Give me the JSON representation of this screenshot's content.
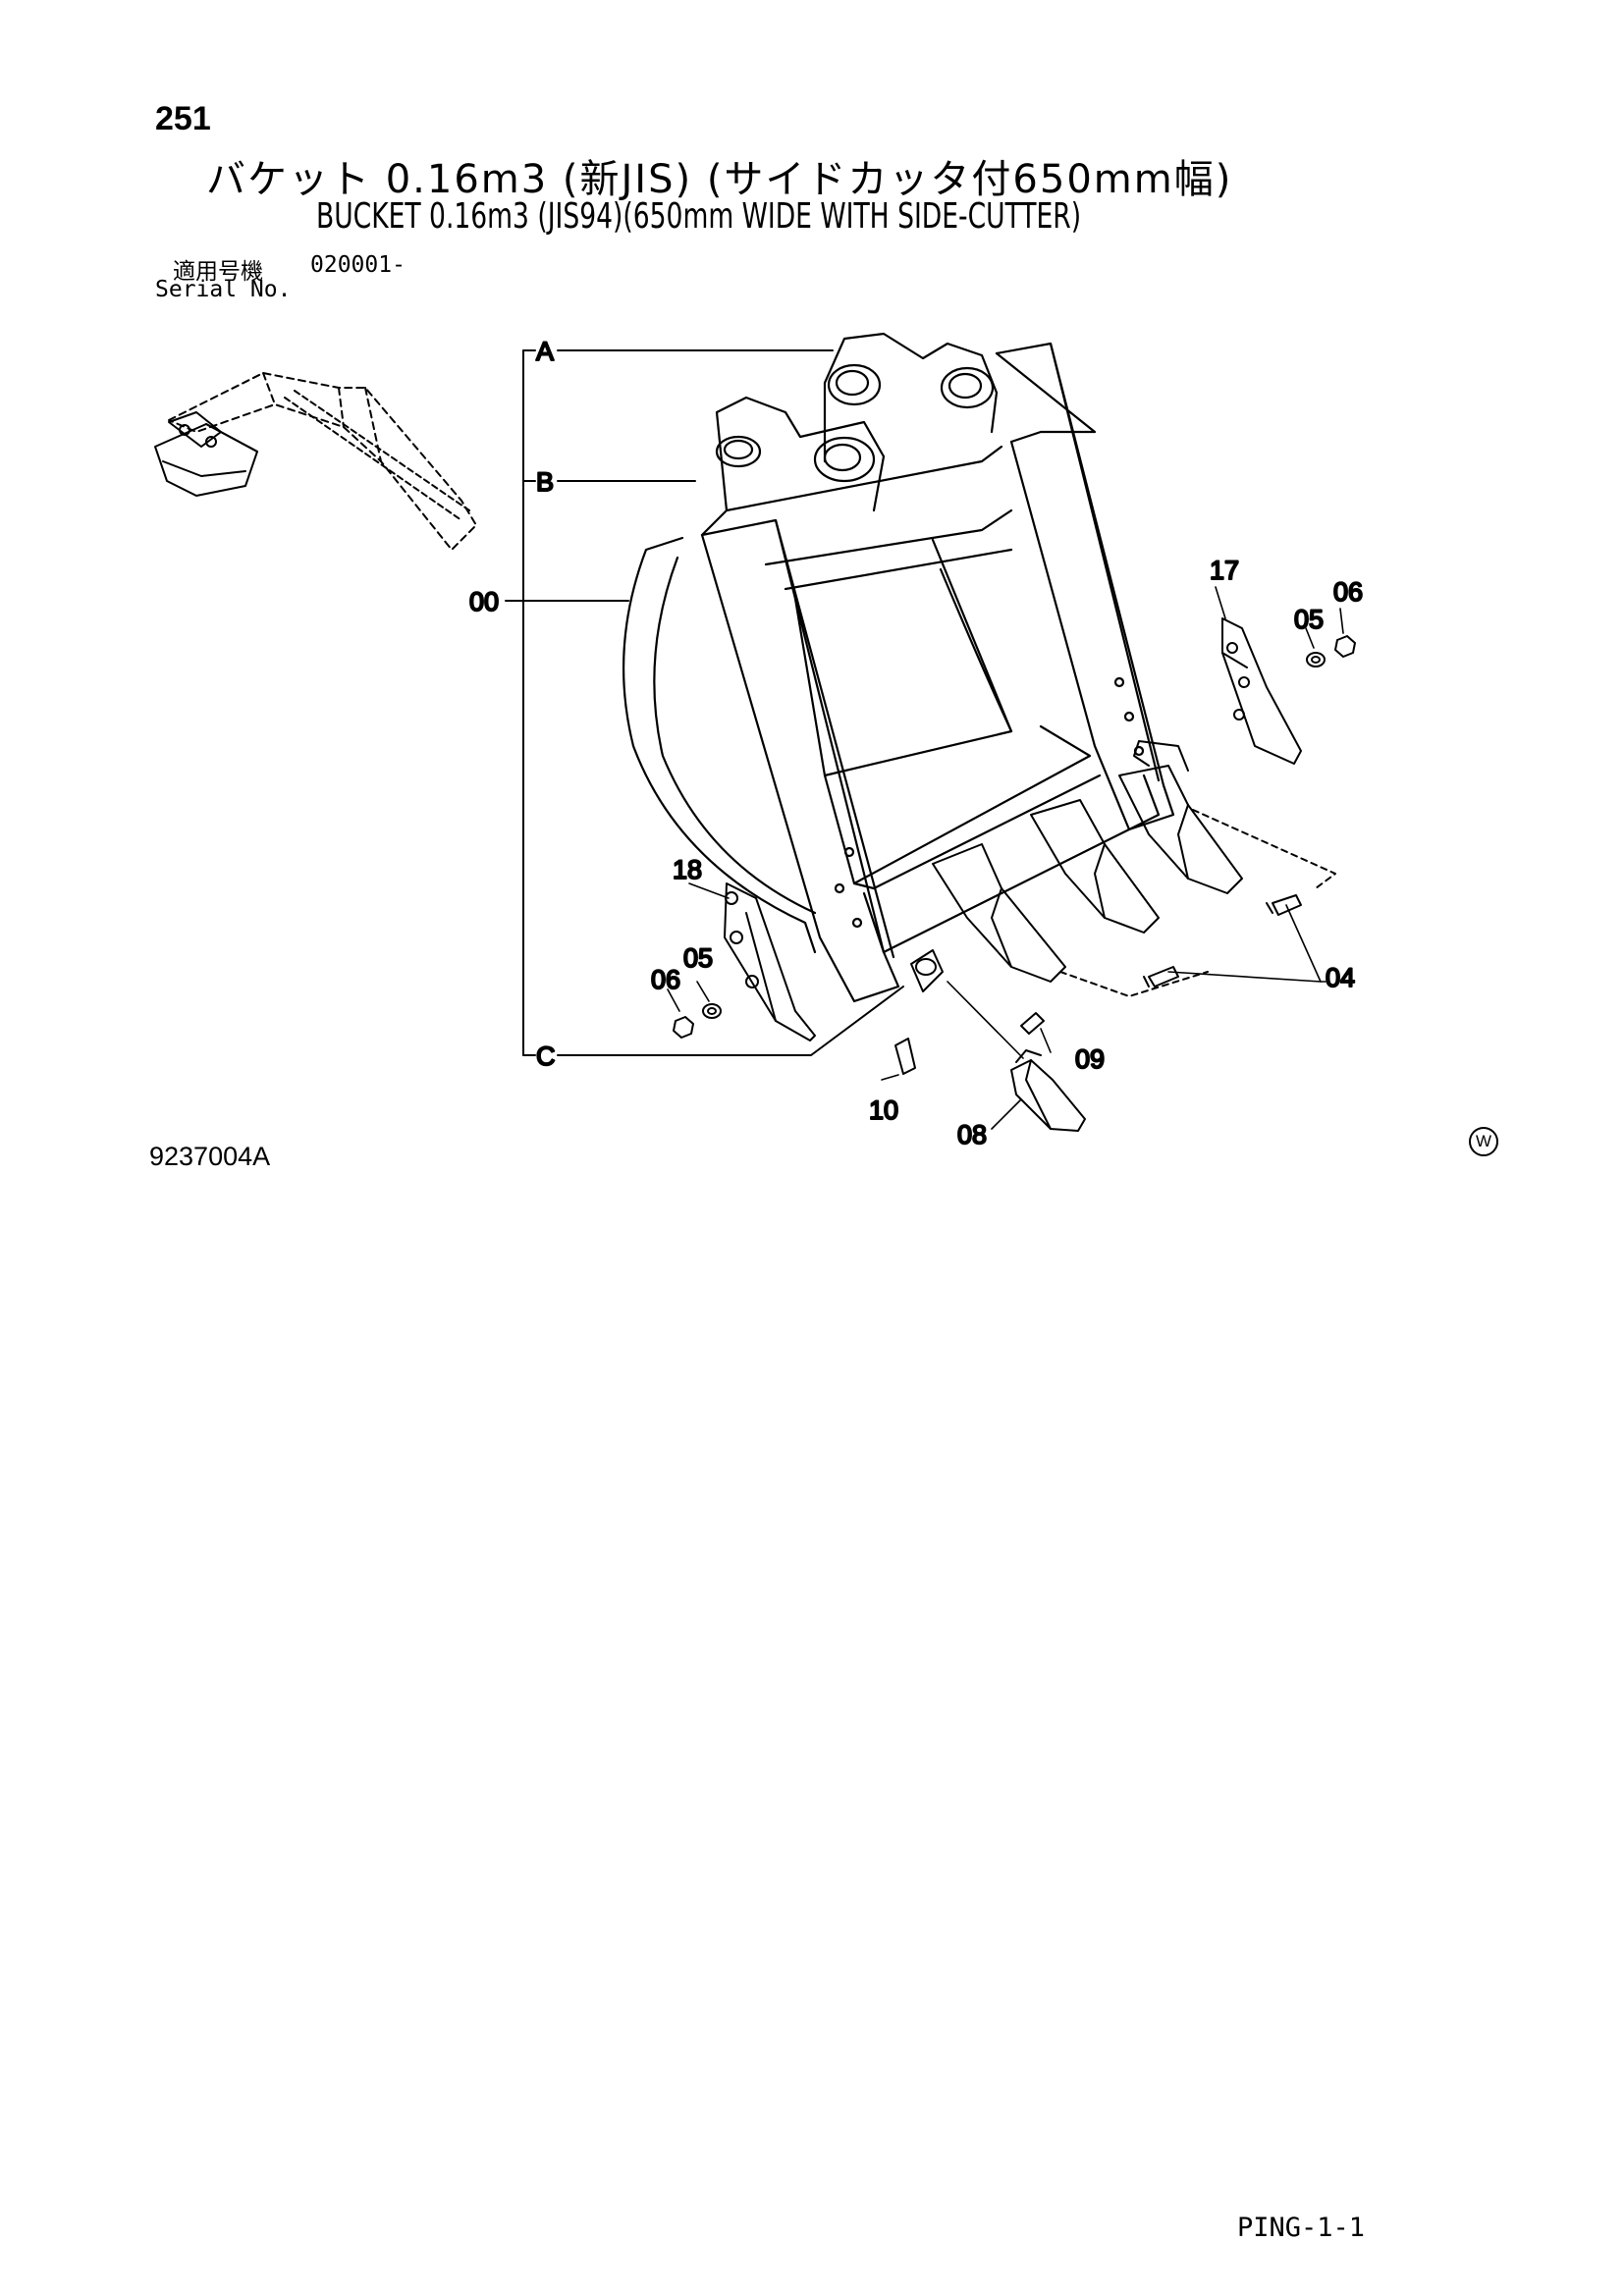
{
  "page": {
    "number": "251",
    "title_jp": "バケット 0.16m3 (新JIS) (サイドカッタ付650mm幅)",
    "title_en": "BUCKET 0.16m3 (JIS94)(650mm WIDE WITH SIDE-CUTTER)",
    "serial_label_jp": "適用号機",
    "serial_value": "020001-",
    "serial_label_en": "Serial No.",
    "figure_id": "9237004A",
    "mark": "W",
    "page_ref": "PING-1-1"
  },
  "callouts": {
    "A": "A",
    "B": "B",
    "C": "C",
    "p00": "00",
    "p04": "04",
    "p05a": "05",
    "p05b": "05",
    "p06a": "06",
    "p06b": "06",
    "p08": "08",
    "p09": "09",
    "p10": "10",
    "p17": "17",
    "p18": "18"
  },
  "colors": {
    "ink": "#000000",
    "paper": "#ffffff"
  }
}
